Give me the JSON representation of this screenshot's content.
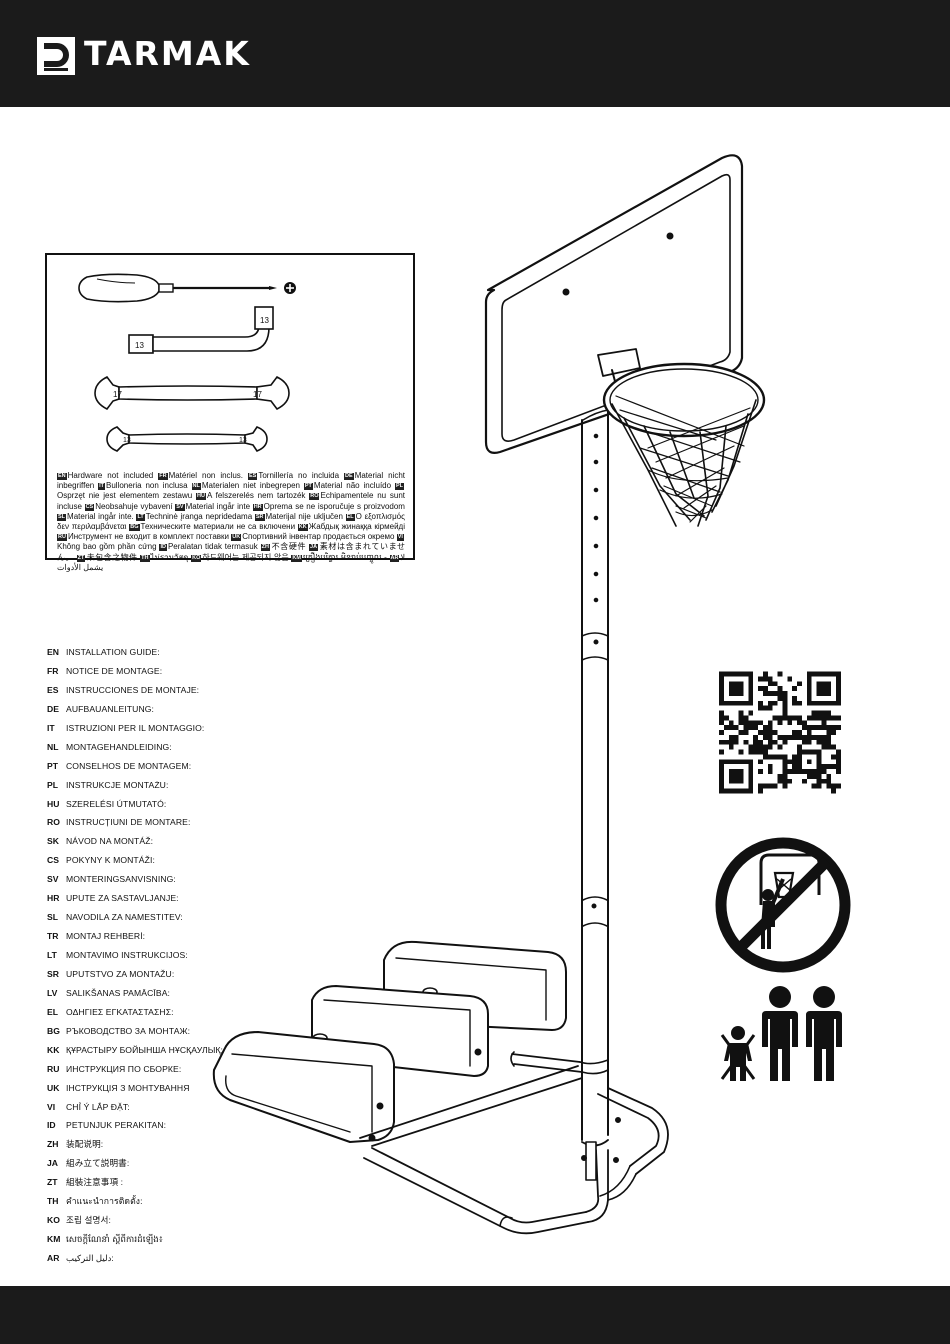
{
  "brand": {
    "name": "TARMAK"
  },
  "tools": {
    "screwdriver_icon": "phillips-screwdriver-icon",
    "socket_wrench_size": "13",
    "socket_wrench_size_2": "13",
    "open_wrench_size_left": "17",
    "open_wrench_size_right": "17",
    "combination_wrench_size_left": "13",
    "combination_wrench_size_right": "13",
    "notice_entries": [
      {
        "code": "EN",
        "text": "Hardware not included"
      },
      {
        "code": "FR",
        "text": "Matériel non inclus."
      },
      {
        "code": "ES",
        "text": "Tornillería no incluida"
      },
      {
        "code": "DE",
        "text": "Material nicht inbegriffen"
      },
      {
        "code": "IT",
        "text": "Bulloneria non inclusa"
      },
      {
        "code": "NL",
        "text": "Materialen niet inbegrepen"
      },
      {
        "code": "PT",
        "text": "Material não incluído"
      },
      {
        "code": "PL",
        "text": "Osprzęt nie jest elementem zestawu"
      },
      {
        "code": "HU",
        "text": "A felszerelés nem tartozék"
      },
      {
        "code": "RO",
        "text": "Echipamentele nu sunt incluse"
      },
      {
        "code": "CS",
        "text": "Neobsahuje vybavení"
      },
      {
        "code": "SV",
        "text": "Material ingår inte"
      },
      {
        "code": "HR",
        "text": "Oprema se ne isporučuje s proizvodom"
      },
      {
        "code": "SL",
        "text": "Material ingår inte."
      },
      {
        "code": "LT",
        "text": "Techninė įranga nepridedama"
      },
      {
        "code": "SR",
        "text": "Materijal nije uključen"
      },
      {
        "code": "EL",
        "text": "Ο εξοπλισμός δεν περιλαμβάνεται"
      },
      {
        "code": "BG",
        "text": "Техническите материали не са включени"
      },
      {
        "code": "KK",
        "text": "Жабдық жинаққа кірмейді"
      },
      {
        "code": "RU",
        "text": "Инструмент не входит в комплект поставки"
      },
      {
        "code": "UK",
        "text": "Спортивний інвентар продається окремо"
      },
      {
        "code": "VI",
        "text": "Không bao gồm phần cứng"
      },
      {
        "code": "ID",
        "text": "Peralatan tidak termasuk"
      },
      {
        "code": "ZH",
        "text": "不含硬件"
      },
      {
        "code": "JA",
        "text": "素材は含まれていません。"
      },
      {
        "code": "ZT",
        "text": "未包含之物件"
      },
      {
        "code": "TH",
        "text": "ไม่รวมวัสดุ"
      },
      {
        "code": "KO",
        "text": "하드웨어는 제공되지 않음"
      },
      {
        "code": "KM",
        "text": "គ្រឿងបរិក្ខារ មិនរាប់បញ្ចូល -"
      },
      {
        "code": "AR",
        "text": "لا يشمل الأدوات"
      }
    ]
  },
  "languages": [
    {
      "code": "EN",
      "label": "INSTALLATION GUIDE:"
    },
    {
      "code": "FR",
      "label": "NOTICE DE MONTAGE:"
    },
    {
      "code": "ES",
      "label": "INSTRUCCIONES DE MONTAJE:"
    },
    {
      "code": "DE",
      "label": "AUFBAUANLEITUNG:"
    },
    {
      "code": "IT",
      "label": "ISTRUZIONI PER IL MONTAGGIO:"
    },
    {
      "code": "NL",
      "label": "MONTAGEHANDLEIDING:"
    },
    {
      "code": "PT",
      "label": "CONSELHOS DE MONTAGEM:"
    },
    {
      "code": "PL",
      "label": "INSTRUKCJE MONTAŻU:"
    },
    {
      "code": "HU",
      "label": "SZERELÉSI ÚTMUTATÓ:"
    },
    {
      "code": "RO",
      "label": "INSTRUCȚIUNI DE MONTARE:"
    },
    {
      "code": "SK",
      "label": "NÁVOD NA MONTÁŽ:"
    },
    {
      "code": "CS",
      "label": "POKYNY K MONTÁŽI:"
    },
    {
      "code": "SV",
      "label": "MONTERINGSANVISNING:"
    },
    {
      "code": "HR",
      "label": "UPUTE ZA SASTAVLJANJE:"
    },
    {
      "code": "SL",
      "label": "NAVODILA ZA NAMESTITEV:"
    },
    {
      "code": "TR",
      "label": "MONTAJ REHBERİ:"
    },
    {
      "code": "LT",
      "label": "MONTAVIMO INSTRUKCIJOS:"
    },
    {
      "code": "SR",
      "label": "UPUTSTVO ZA MONTAŽU:"
    },
    {
      "code": "LV",
      "label": "SALIKŠANAS PAMĀCĪBA:"
    },
    {
      "code": "EL",
      "label": "ΟΔΗΓΙΕΣ ΕΓΚΑΤΑΣΤΑΣΗΣ:"
    },
    {
      "code": "BG",
      "label": "РЪКОВОДСТВО ЗА МОНТАЖ:"
    },
    {
      "code": "KK",
      "label": "ҚҰРАСТЫРУ БОЙЫНША НҰСҚАУЛЫҚ:"
    },
    {
      "code": "RU",
      "label": "ИНСТРУКЦИЯ ПО СБОРКЕ:"
    },
    {
      "code": "UK",
      "label": "ІНСТРУКЦІЯ З МОНТУВАННЯ"
    },
    {
      "code": "VI",
      "label": "CHỈ Ý LẮP ĐẶT:"
    },
    {
      "code": "ID",
      "label": "PETUNJUK PERAKITAN:"
    },
    {
      "code": "ZH",
      "label": "装配说明:"
    },
    {
      "code": "JA",
      "label": "組み立て説明書:"
    },
    {
      "code": "ZT",
      "label": "組裝注意事項 :"
    },
    {
      "code": "TH",
      "label": "คำแนะนำการติดตั้ง:"
    },
    {
      "code": "KO",
      "label": "조립 설명서:"
    },
    {
      "code": "KM",
      "label": "សេចក្តីណែនាំ ស្តីពីការដំឡើង៖"
    },
    {
      "code": "AR",
      "label": "دليل التركيب:"
    }
  ],
  "icons": {
    "logo": "tarmak-logo-icon",
    "qr": "qr-code-icon",
    "warning": "no-hanging-on-rim-icon",
    "adults": "adult-assembly-required-icon"
  },
  "colors": {
    "header_bg": "#1b1b1b",
    "ink": "#111111"
  }
}
